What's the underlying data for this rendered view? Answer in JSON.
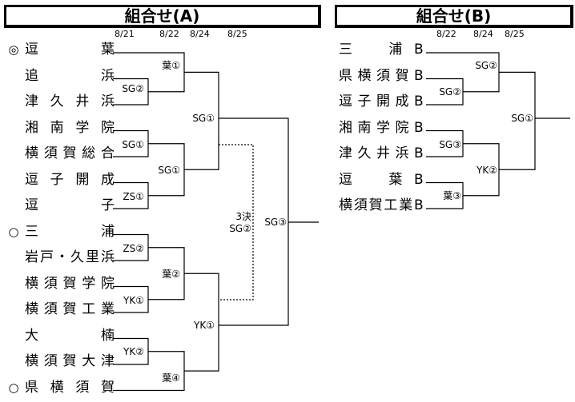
{
  "bracket_a": {
    "title": "組合せ(A)",
    "dates": [
      "8/21",
      "8/22",
      "8/24",
      "8/25"
    ],
    "teams": [
      {
        "mark": "◎",
        "name": [
          "逗",
          "",
          "",
          "葉"
        ]
      },
      {
        "mark": "",
        "name": [
          "追",
          "",
          "",
          "浜"
        ]
      },
      {
        "mark": "",
        "name": [
          "津",
          "久",
          "井",
          "浜"
        ]
      },
      {
        "mark": "",
        "name": [
          "湘",
          "南",
          "学",
          "院"
        ]
      },
      {
        "mark": "",
        "name": [
          "横",
          "須",
          "賀",
          "総",
          "合"
        ]
      },
      {
        "mark": "",
        "name": [
          "逗",
          "子",
          "開",
          "成"
        ]
      },
      {
        "mark": "",
        "name": [
          "逗",
          "",
          "",
          "子"
        ]
      },
      {
        "mark": "○",
        "name": [
          "三",
          "",
          "",
          "浦"
        ]
      },
      {
        "mark": "",
        "name": [
          "岩",
          "戸",
          "・",
          "久",
          "里",
          "浜"
        ]
      },
      {
        "mark": "",
        "name": [
          "横",
          "須",
          "賀",
          "学",
          "院"
        ]
      },
      {
        "mark": "",
        "name": [
          "横",
          "須",
          "賀",
          "工",
          "業"
        ]
      },
      {
        "mark": "",
        "name": [
          "大",
          "",
          "",
          "楠"
        ]
      },
      {
        "mark": "",
        "name": [
          "横",
          "須",
          "賀",
          "大",
          "津"
        ]
      },
      {
        "mark": "○",
        "name": [
          "県",
          "横",
          "須",
          "賀"
        ]
      }
    ],
    "team_labels": [
      "◎逗葉",
      "追浜",
      "津久井浜",
      "湘南学院",
      "横須賀総合",
      "逗子開成",
      "逗子",
      "○三浦",
      "岩戸・久里浜",
      "横須賀学院",
      "横須賀工業",
      "大楠",
      "横須賀大津",
      "○県横須賀"
    ],
    "matches": {
      "r1": [
        "SG②",
        "SG①",
        "ZS①",
        "ZS②",
        "YK①",
        "YK②"
      ],
      "r2": [
        "葉①",
        "SG①",
        "葉②",
        "葉④"
      ],
      "semi": [
        "SG①",
        "YK①"
      ],
      "third_place": [
        "3決",
        "SG②"
      ],
      "final": "SG③"
    }
  },
  "bracket_b": {
    "title": "組合せ(B)",
    "dates": [
      "8/22",
      "8/24",
      "8/25"
    ],
    "teams": [
      {
        "name": [
          "三",
          "",
          "浦",
          "B"
        ]
      },
      {
        "name": [
          "県",
          "横",
          "須",
          "賀",
          "B"
        ]
      },
      {
        "name": [
          "逗",
          "子",
          "開",
          "成",
          "B"
        ]
      },
      {
        "name": [
          "湘",
          "南",
          "学",
          "院",
          "B"
        ]
      },
      {
        "name": [
          "津",
          "久",
          "井",
          "浜",
          "B"
        ]
      },
      {
        "name": [
          "逗",
          "",
          "葉",
          "B"
        ]
      },
      {
        "name": [
          "横",
          "須",
          "賀",
          "工",
          "業",
          "B"
        ]
      }
    ],
    "matches": {
      "r1": [
        "SG②",
        "SG③",
        "葉③"
      ],
      "r2": [
        "SG②",
        "YK②"
      ],
      "final": "SG①"
    }
  }
}
